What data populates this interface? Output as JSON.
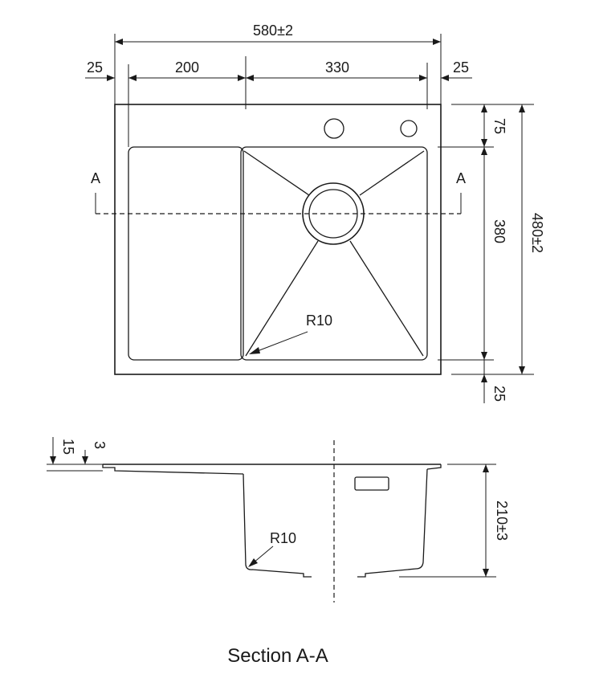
{
  "top_view": {
    "dims": {
      "overall_width": "580±2",
      "left_edge": "25",
      "drainboard_width": "200",
      "bowl_width": "330",
      "right_edge": "25",
      "top_edge": "75",
      "bowl_depth": "380",
      "overall_depth": "480±2",
      "bottom_edge": "25"
    },
    "section_marker_left": "A",
    "section_marker_right": "A",
    "corner_radius": "R10"
  },
  "section_view": {
    "dims": {
      "flange_height": "15",
      "flange_thickness": "3",
      "bowl_height": "210±3"
    },
    "corner_radius": "R10",
    "title": "Section A-A"
  }
}
